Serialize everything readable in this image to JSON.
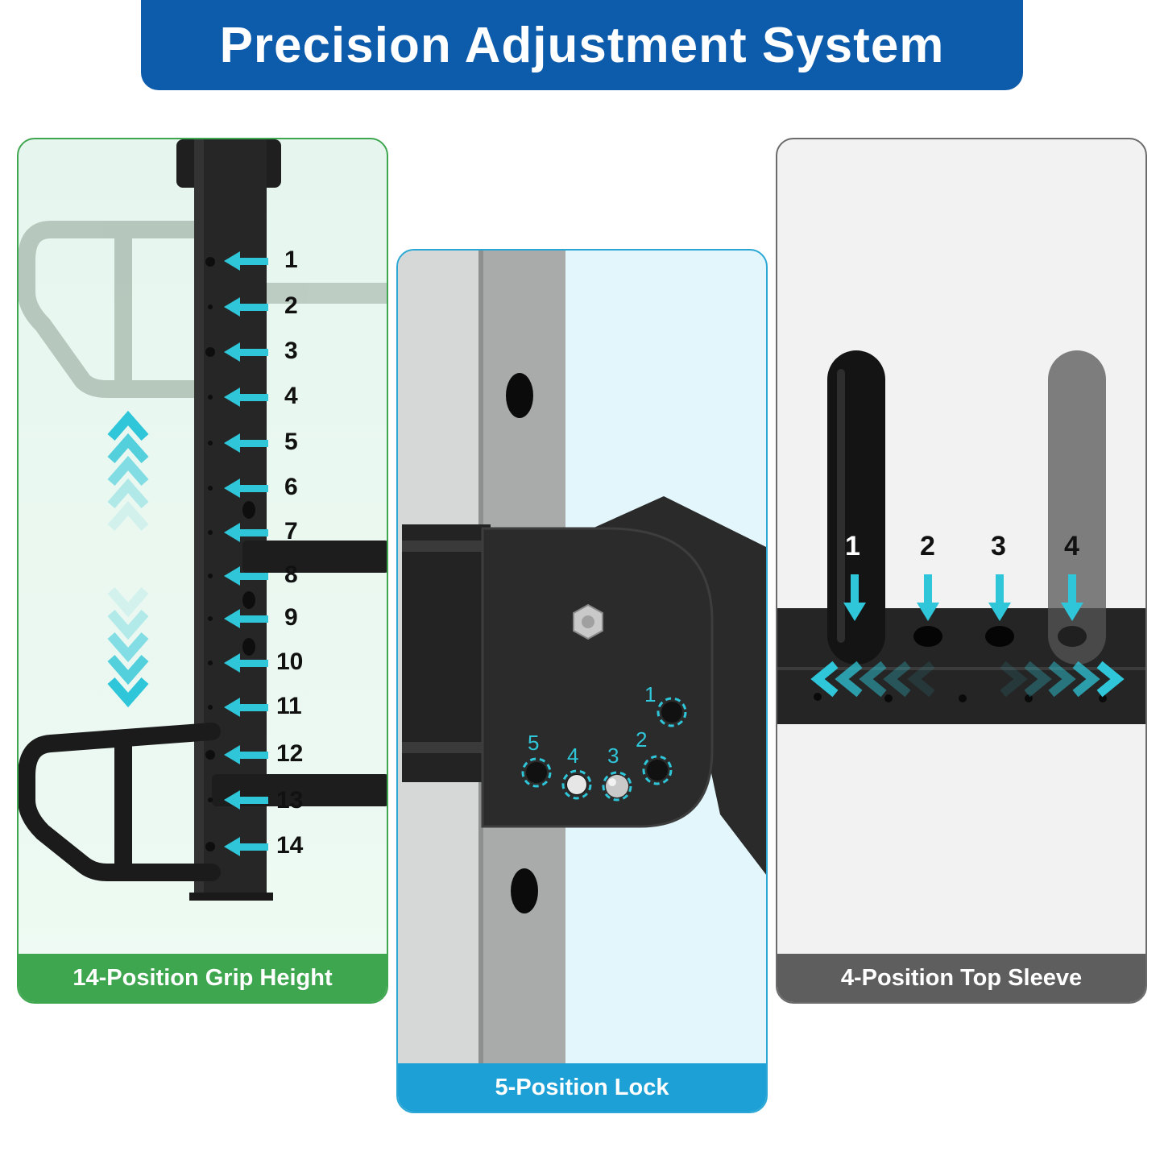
{
  "title": "Precision Adjustment System",
  "panels": {
    "grip": {
      "caption": "14-Position Grip Height",
      "positions": [
        "1",
        "2",
        "3",
        "4",
        "5",
        "6",
        "7",
        "8",
        "9",
        "10",
        "11",
        "12",
        "13",
        "14"
      ]
    },
    "lock": {
      "caption": "5-Position Lock",
      "positions": [
        "1",
        "2",
        "3",
        "4",
        "5"
      ]
    },
    "sleeve": {
      "caption": "4-Position Top Sleeve",
      "positions": [
        "1",
        "2",
        "3",
        "4"
      ]
    }
  },
  "colors": {
    "banner": "#0d5bab",
    "grip_accent": "#3ea64f",
    "lock_accent": "#1ca0d6",
    "sleeve_accent": "#5e5e5e",
    "arrow_cyan": "#2ec6d8"
  },
  "icons": [
    "left-arrow-icon",
    "chevron-up-icon",
    "chevron-down-icon",
    "down-arrow-icon",
    "chevron-left-icon",
    "chevron-right-icon"
  ]
}
